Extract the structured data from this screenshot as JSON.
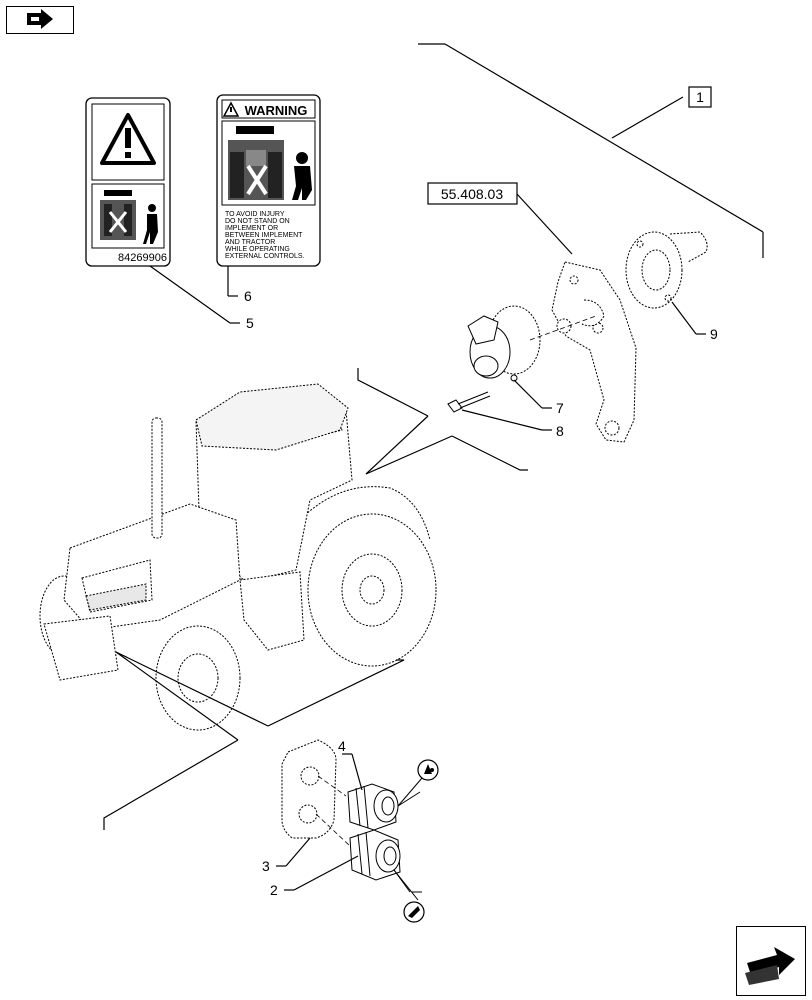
{
  "callouts": {
    "ref_1": "1",
    "ref_55408": "55.408.03",
    "item_2": "2",
    "item_3": "3",
    "item_4": "4",
    "item_5": "5",
    "item_6": "6",
    "item_7": "7",
    "item_8": "8",
    "item_9": "9"
  },
  "decal_5": {
    "part_number": "84269906"
  },
  "decal_6": {
    "header": "WARNING",
    "lines": [
      "TO AVOID INJURY",
      "DO NOT STAND ON",
      "IMPLEMENT OR",
      "BETWEEN IMPLEMENT",
      "AND TRACTOR",
      "WHILE OPERATING",
      "EXTERNAL CONTROLS."
    ]
  },
  "icons": {
    "top_left": "previous-page-arrow-icon",
    "bottom_right": "next-page-arrow-icon"
  }
}
